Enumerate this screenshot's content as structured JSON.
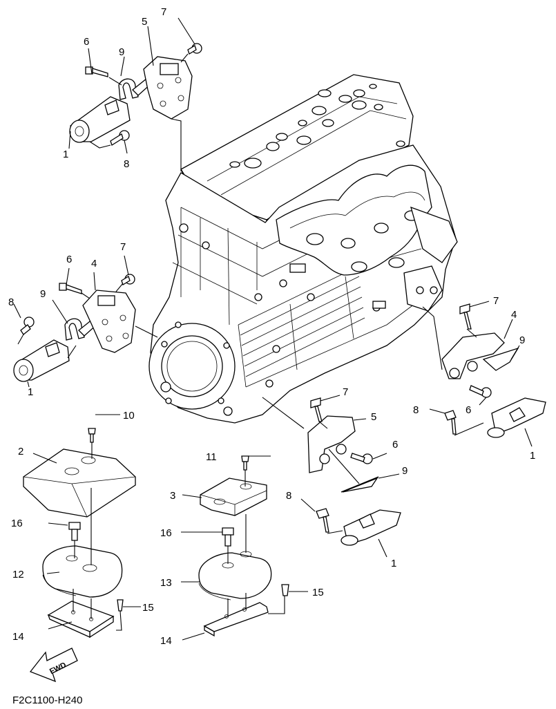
{
  "figure": {
    "code": "F2C1100-H240",
    "fwd_label": "FWD"
  },
  "callouts": {
    "c1_top": "1",
    "c1_left": "1",
    "c1_right": "1",
    "c1_bottom": "1",
    "c2": "2",
    "c3": "3",
    "c4_left": "4",
    "c4_right": "4",
    "c5_top": "5",
    "c5_bottom": "5",
    "c6_top": "6",
    "c6_left": "6",
    "c6_right": "6",
    "c6_bottom": "6",
    "c7_top": "7",
    "c7_left": "7",
    "c7_right": "7",
    "c7_bottom": "7",
    "c8_top": "8",
    "c8_left": "8",
    "c8_right": "8",
    "c8_bottom": "8",
    "c9_top": "9",
    "c9_left": "9",
    "c9_right": "9",
    "c9_bottom": "9",
    "c10": "10",
    "c11": "11",
    "c12": "12",
    "c13": "13",
    "c14_left": "14",
    "c14_right": "14",
    "c15_left": "15",
    "c15_right": "15",
    "c16_left": "16",
    "c16_right": "16"
  }
}
